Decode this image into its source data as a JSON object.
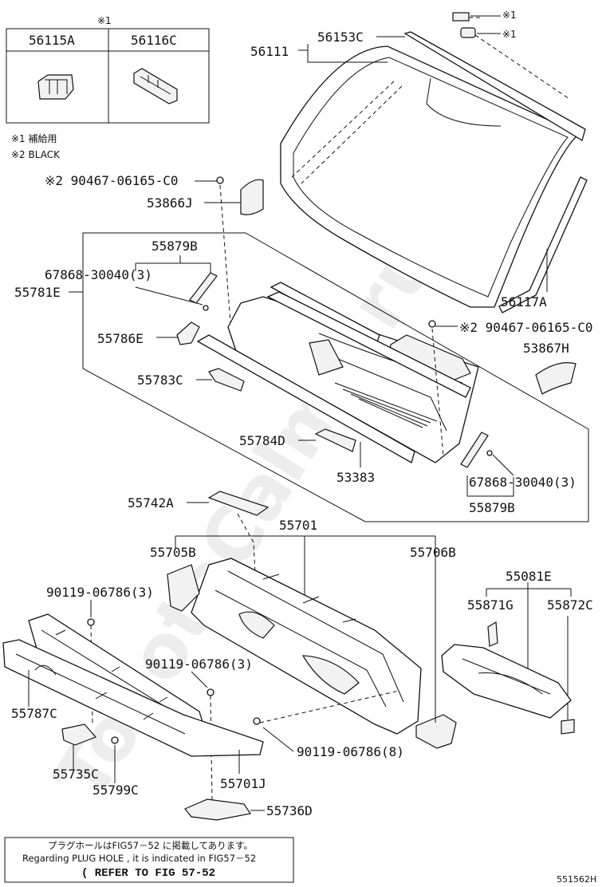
{
  "watermark": "ToyotaCalme.ru",
  "table": {
    "header_mark": "※1",
    "col1": "56115A",
    "col2": "56116C"
  },
  "legend": {
    "line1": "※1 補給用",
    "line2": "※2 BLACK"
  },
  "labels": {
    "p56111": "56111",
    "p56153c": "56153C",
    "mark1a": "※1",
    "mark1b": "※1",
    "p90467_left": "※2 90467-06165-C0",
    "p53866j": "53866J",
    "p55879b_top": "55879B",
    "p67868_top": "67868-30040(3)",
    "p55781e": "55781E",
    "p56117a": "56117A",
    "p90467_right": "※2 90467-06165-C0",
    "p55786e": "55786E",
    "p53867h": "53867H",
    "p55783c": "55783C",
    "p55784d": "55784D",
    "p53383": "53383",
    "p67868_bottom": "67868-30040(3)",
    "p55879b_bottom": "55879B",
    "p55742a": "55742A",
    "p55701": "55701",
    "p55705b": "55705B",
    "p55706b": "55706B",
    "p55081e": "55081E",
    "p90119_a": "90119-06786(3)",
    "p55871g": "55871G",
    "p55872c": "55872C",
    "p90119_b": "90119-06786(3)",
    "p55787c": "55787C",
    "p90119_c": "90119-06786(8)",
    "p55735c": "55735C",
    "p55701j": "55701J",
    "p55799c": "55799C",
    "p55736d": "55736D"
  },
  "footer_note": {
    "line1": "プラグホールはFIG57－52 に掲載してあります。",
    "line2": "Regarding PLUG HOLE , it is indicated in FIG57－52",
    "line3": "( REFER TO FIG 57-52"
  },
  "figure_code": "551562H"
}
